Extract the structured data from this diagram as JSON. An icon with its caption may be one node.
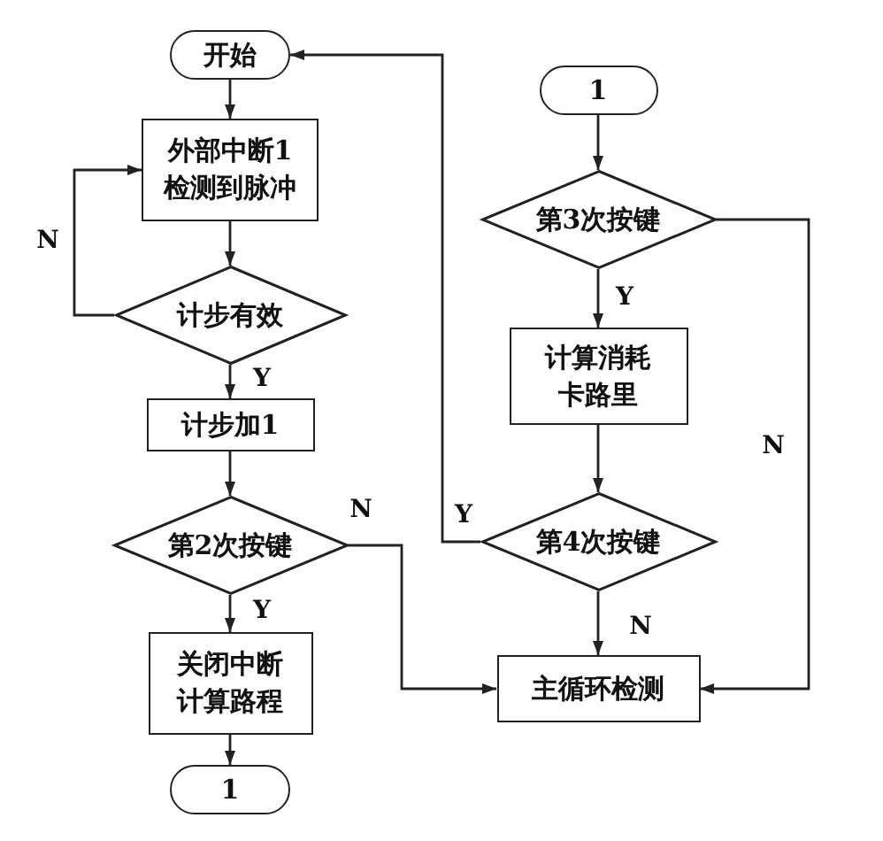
{
  "diagram": {
    "nodes": [
      {
        "text": [
          "开始"
        ]
      },
      {
        "text": [
          "外部中断1检测到脉冲"
        ]
      },
      {
        "text": [
          "计步有效"
        ]
      },
      {
        "text": [
          "计步加1"
        ]
      },
      {
        "text": [
          "第2次按键"
        ]
      },
      {
        "text": [
          "关闭中断计算路程"
        ]
      },
      {
        "text": [
          "1"
        ]
      },
      {
        "text": [
          "1"
        ]
      },
      {
        "text": [
          "第3次按键"
        ]
      },
      {
        "text": [
          "计算消耗卡路里"
        ]
      },
      {
        "text": [
          "第4次按键"
        ]
      },
      {
        "text": [
          "主循环检测"
        ]
      }
    ],
    "edges": [
      {
        "from": 0,
        "to": 1,
        "arrow": "to"
      },
      {
        "from": 1,
        "to": 2,
        "arrow": "to"
      },
      {
        "from": 2,
        "to": 1,
        "arrow": "to",
        "label": "N"
      },
      {
        "from": 2,
        "to": 3,
        "arrow": "to",
        "label": "Y"
      },
      {
        "from": 3,
        "to": 4,
        "arrow": "to"
      },
      {
        "from": 4,
        "to": 5,
        "arrow": "to",
        "label": "Y"
      },
      {
        "from": 4,
        "to": 11,
        "arrow": "to",
        "label": "N"
      },
      {
        "from": 5,
        "to": 6,
        "arrow": "to"
      },
      {
        "from": 7,
        "to": 8,
        "arrow": "to"
      },
      {
        "from": 8,
        "to": 9,
        "arrow": "to",
        "label": "Y"
      },
      {
        "from": 8,
        "to": 11,
        "arrow": "to",
        "label": "N"
      },
      {
        "from": 9,
        "to": 10,
        "arrow": "to"
      },
      {
        "from": 10,
        "to": 0,
        "arrow": "to",
        "label": "Y"
      },
      {
        "from": 10,
        "to": 11,
        "arrow": "to",
        "label": "N"
      }
    ]
  }
}
